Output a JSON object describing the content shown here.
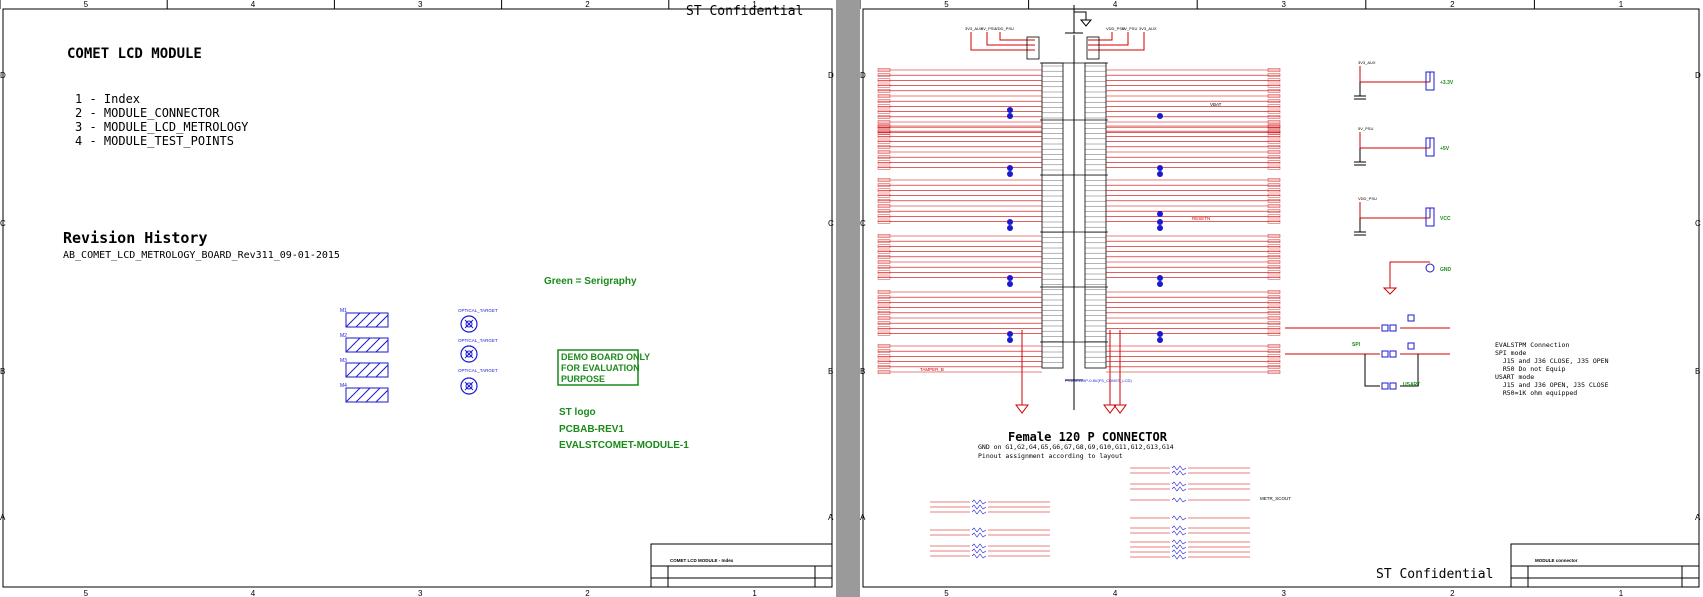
{
  "sheet1": {
    "top_ruler": [
      "5",
      "4",
      "3",
      "2",
      "1"
    ],
    "side_ruler": [
      "D",
      "C",
      "B",
      "A"
    ],
    "confidential": "ST Confidential",
    "title": "COMET LCD MODULE",
    "index": [
      "1 - Index",
      "2 - MODULE_CONNECTOR",
      "3 - MODULE_LCD_METROLOGY",
      "4 - MODULE_TEST_POINTS"
    ],
    "revision_title": "Revision History",
    "revision_text": "AB_COMET_LCD_METROLOGY_BOARD_Rev311_09-01-2015",
    "green_serigraphy": "Green = Serigraphy",
    "demo_box": [
      "DEMO BOARD ONLY",
      "FOR EVALUATION",
      "PURPOSE"
    ],
    "st_logo": "ST logo",
    "pcb_rev": "PCBAB-REV1",
    "module_name": "EVALSTCOMET-MODULE-1",
    "mech_labels": [
      "M1",
      "M2",
      "M3",
      "M4"
    ],
    "optical_targets": [
      "OPTICAL_TARGET",
      "OPTICAL_TARGET",
      "OPTICAL_TARGET"
    ],
    "title_block_name": "COMET LCD MODULE - Index"
  },
  "sheet2": {
    "top_ruler": [
      "5",
      "4",
      "3",
      "2",
      "1"
    ],
    "side_ruler": [
      "D",
      "C",
      "B",
      "A"
    ],
    "confidential": "ST Confidential",
    "connector_title": "Female 120 P CONNECTOR",
    "connector_note1": "GND on G1,G2,G4,G5,G6,G7,G8,G9,G10,G11,G12,G13,G14",
    "connector_note2": "Pinout assignment according to layout",
    "power_labels": [
      "3V3_AUX",
      "5V_PSU",
      "VDD_PSU"
    ],
    "tp_labels": [
      "+3.3V",
      "+5V",
      "VCC",
      "GND"
    ],
    "rails": [
      "3V3_AUX",
      "5V_PSU",
      "VDD_PSU"
    ],
    "evalstpm_lines": [
      "EVALSTPM Connection",
      "SPI mode",
      "  J15 and J36 CLOSE, J35 OPEN",
      "  R50 Do not Equip",
      "USART mode",
      "  J15 and J36 OPEN, J35 CLOSE",
      "  R50=1K ohm equipped"
    ],
    "spi_label": "SPI",
    "usart_label": "USART",
    "vbat_label": "VBAT",
    "resetn_label": "RESETN",
    "tamper_label": "TAMPER_B",
    "meta_scout": "METR_SCOUT",
    "title_block_name": "MODULE connector"
  }
}
